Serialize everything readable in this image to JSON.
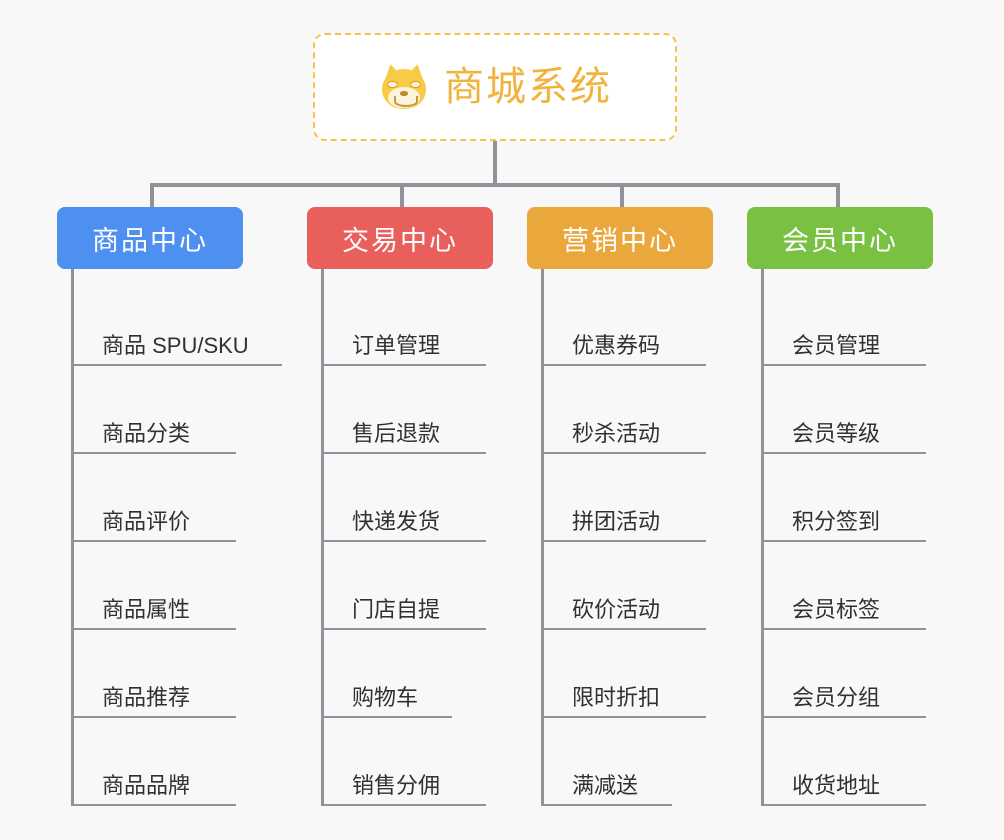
{
  "background_color": "#f8f8f8",
  "root": {
    "icon": "shiba-dog-emoji",
    "title": "商城系统",
    "title_color": "#f2b33d",
    "border_color": "#f7c14b",
    "border_style": "dashed"
  },
  "connector_color": "#909399",
  "columns": [
    {
      "id": "product-center",
      "title": "商品中心",
      "color": "#4d90f0",
      "items": [
        {
          "label": "商品 SPU/SKU",
          "width": "extra"
        },
        {
          "label": "商品分类",
          "width": "wide"
        },
        {
          "label": "商品评价",
          "width": "wide"
        },
        {
          "label": "商品属性",
          "width": "wide"
        },
        {
          "label": "商品推荐",
          "width": "wide"
        },
        {
          "label": "商品品牌",
          "width": "wide"
        }
      ]
    },
    {
      "id": "trade-center",
      "title": "交易中心",
      "color": "#e85f5c",
      "items": [
        {
          "label": "订单管理",
          "width": "wide"
        },
        {
          "label": "售后退款",
          "width": "wide"
        },
        {
          "label": "快递发货",
          "width": "wide"
        },
        {
          "label": "门店自提",
          "width": "wide"
        },
        {
          "label": "购物车",
          "width": "narrow"
        },
        {
          "label": "销售分佣",
          "width": "wide"
        }
      ]
    },
    {
      "id": "marketing-center",
      "title": "营销中心",
      "color": "#eaa73c",
      "items": [
        {
          "label": "优惠券码",
          "width": "wide"
        },
        {
          "label": "秒杀活动",
          "width": "wide"
        },
        {
          "label": "拼团活动",
          "width": "wide"
        },
        {
          "label": "砍价活动",
          "width": "wide"
        },
        {
          "label": "限时折扣",
          "width": "wide"
        },
        {
          "label": "满减送",
          "width": "narrow"
        }
      ]
    },
    {
      "id": "member-center",
      "title": "会员中心",
      "color": "#7ac143",
      "items": [
        {
          "label": "会员管理",
          "width": "wide"
        },
        {
          "label": "会员等级",
          "width": "wide"
        },
        {
          "label": "积分签到",
          "width": "wide"
        },
        {
          "label": "会员标签",
          "width": "wide"
        },
        {
          "label": "会员分组",
          "width": "wide"
        },
        {
          "label": "收货地址",
          "width": "wide"
        }
      ]
    }
  ],
  "column_left_positions": [
    57,
    307,
    527,
    747
  ]
}
